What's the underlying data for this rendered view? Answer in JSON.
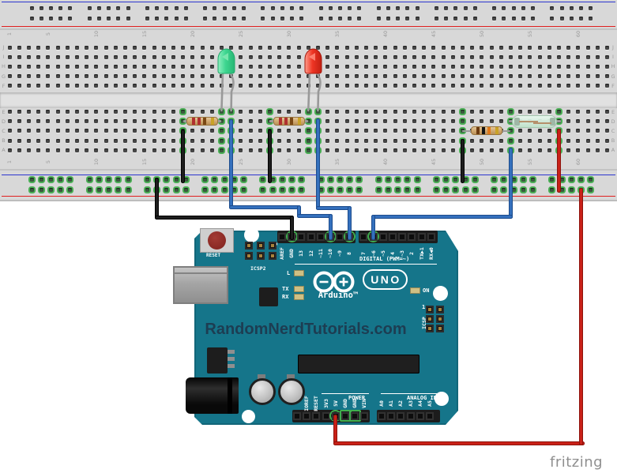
{
  "breadboard": {
    "row_letters_top": [
      "J",
      "I",
      "H",
      "G",
      "F"
    ],
    "row_letters_bottom": [
      "E",
      "D",
      "C",
      "B",
      "A"
    ],
    "column_numbers": [
      "1",
      "5",
      "10",
      "15",
      "20",
      "25",
      "30",
      "35",
      "40",
      "45",
      "50",
      "55",
      "60"
    ],
    "rail_blue_color": "#2d35cf",
    "rail_red_color": "#e02020",
    "connection_highlight_color": "#4aaf55"
  },
  "components": {
    "green_led": {
      "name": "green-led",
      "color": "#35cf8d"
    },
    "red_led": {
      "name": "red-led",
      "color": "#e02b1d"
    },
    "resistor_left": {
      "name": "resistor-220-ohm",
      "bands": [
        "#b03030",
        "#b03030",
        "#7a4814",
        "#c9a227"
      ]
    },
    "resistor_middle": {
      "name": "resistor-220-ohm",
      "bands": [
        "#b03030",
        "#b03030",
        "#7a4814",
        "#c9a227"
      ]
    },
    "resistor_right": {
      "name": "resistor-10k-ohm",
      "bands": [
        "#6b3a10",
        "#141414",
        "#e07818",
        "#c9a227"
      ]
    },
    "reed_switch": {
      "name": "reed-switch"
    },
    "wire_black": "#1e1e1e",
    "wire_blue": "#3470bd",
    "wire_red": "#c92118"
  },
  "arduino": {
    "board_color": "#15758a",
    "reset_label": "RESET",
    "icsp2_label": "ICSP2",
    "icsp_label": "ICSP",
    "icsp_pin1_marker": "1",
    "digital_left_pins": [
      "AREF",
      "GND",
      "13",
      "12",
      "~11",
      "~10",
      "~9",
      "8"
    ],
    "digital_right_pins": [
      "7",
      "~6",
      "~5",
      "4",
      "~3",
      "2",
      "TX▶1",
      "RX◀0"
    ],
    "digital_caption": "DIGITAL (PWM=~)",
    "led_l": "L",
    "led_tx": "TX",
    "led_rx": "RX",
    "led_on": "ON",
    "logo_text": "UNO",
    "brand_text": "Arduino™",
    "board_text": "RandomNerdTutorials.com",
    "power_caption": "POWER",
    "power_pins": [
      "IOREF",
      "RESET",
      "3V3",
      "5V",
      "GND",
      "GND",
      "VIN"
    ],
    "analog_caption": "ANALOG IN",
    "analog_pins": [
      "A0",
      "A1",
      "A2",
      "A3",
      "A4",
      "A5"
    ]
  },
  "watermark": "fritzing"
}
